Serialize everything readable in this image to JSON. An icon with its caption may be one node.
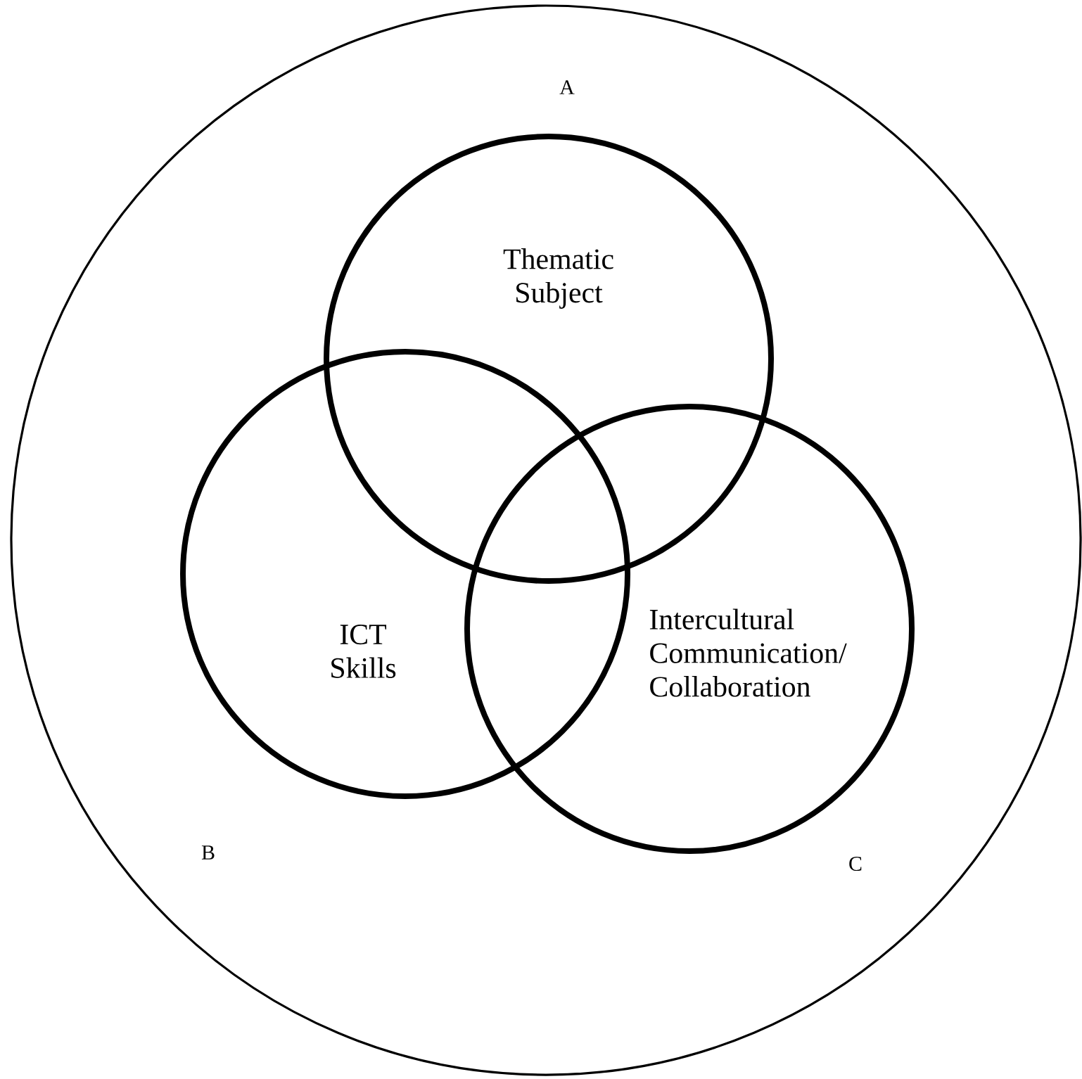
{
  "diagram": {
    "nodes": [
      {
        "text": [],
        "shape": "circle"
      },
      {
        "text": [
          "Thematic Subject"
        ],
        "in": 0
      },
      {
        "text": [
          "ICT Skills"
        ],
        "in": 0
      },
      {
        "text": [
          "Intercultural Communication/ Collaboration"
        ],
        "in": 0
      }
    ],
    "labels": [
      "A",
      "B",
      "C"
    ]
  }
}
